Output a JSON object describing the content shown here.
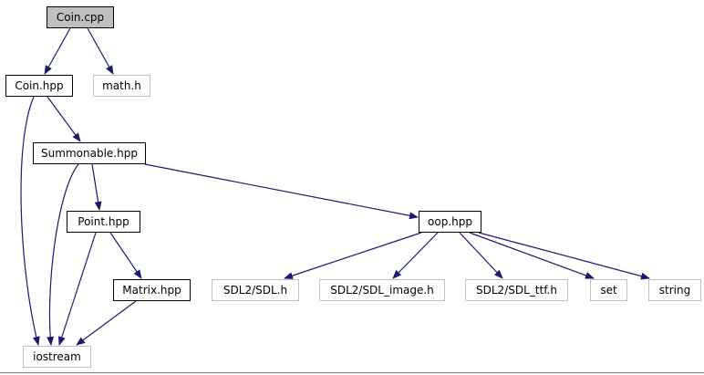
{
  "nodes": [
    {
      "id": "coin_cpp",
      "label": "Coin.cpp",
      "kind": "root"
    },
    {
      "id": "coin_hpp",
      "label": "Coin.hpp",
      "kind": "project"
    },
    {
      "id": "math_h",
      "label": "math.h",
      "kind": "external"
    },
    {
      "id": "summonable_hpp",
      "label": "Summonable.hpp",
      "kind": "project"
    },
    {
      "id": "point_hpp",
      "label": "Point.hpp",
      "kind": "project"
    },
    {
      "id": "oop_hpp",
      "label": "oop.hpp",
      "kind": "project"
    },
    {
      "id": "matrix_hpp",
      "label": "Matrix.hpp",
      "kind": "project"
    },
    {
      "id": "sdl2_sdl_h",
      "label": "SDL2/SDL.h",
      "kind": "external"
    },
    {
      "id": "sdl2_sdl_image_h",
      "label": "SDL2/SDL_image.h",
      "kind": "external"
    },
    {
      "id": "sdl2_sdl_ttf_h",
      "label": "SDL2/SDL_ttf.h",
      "kind": "external"
    },
    {
      "id": "set",
      "label": "set",
      "kind": "external"
    },
    {
      "id": "string",
      "label": "string",
      "kind": "external"
    },
    {
      "id": "iostream",
      "label": "iostream",
      "kind": "external"
    }
  ],
  "edges": [
    {
      "from": "coin_cpp",
      "to": "coin_hpp"
    },
    {
      "from": "coin_cpp",
      "to": "math_h"
    },
    {
      "from": "coin_hpp",
      "to": "summonable_hpp"
    },
    {
      "from": "coin_hpp",
      "to": "iostream"
    },
    {
      "from": "summonable_hpp",
      "to": "point_hpp"
    },
    {
      "from": "summonable_hpp",
      "to": "oop_hpp"
    },
    {
      "from": "summonable_hpp",
      "to": "iostream"
    },
    {
      "from": "point_hpp",
      "to": "matrix_hpp"
    },
    {
      "from": "point_hpp",
      "to": "iostream"
    },
    {
      "from": "matrix_hpp",
      "to": "iostream"
    },
    {
      "from": "oop_hpp",
      "to": "sdl2_sdl_h"
    },
    {
      "from": "oop_hpp",
      "to": "sdl2_sdl_image_h"
    },
    {
      "from": "oop_hpp",
      "to": "sdl2_sdl_ttf_h"
    },
    {
      "from": "oop_hpp",
      "to": "set"
    },
    {
      "from": "oop_hpp",
      "to": "string"
    }
  ]
}
